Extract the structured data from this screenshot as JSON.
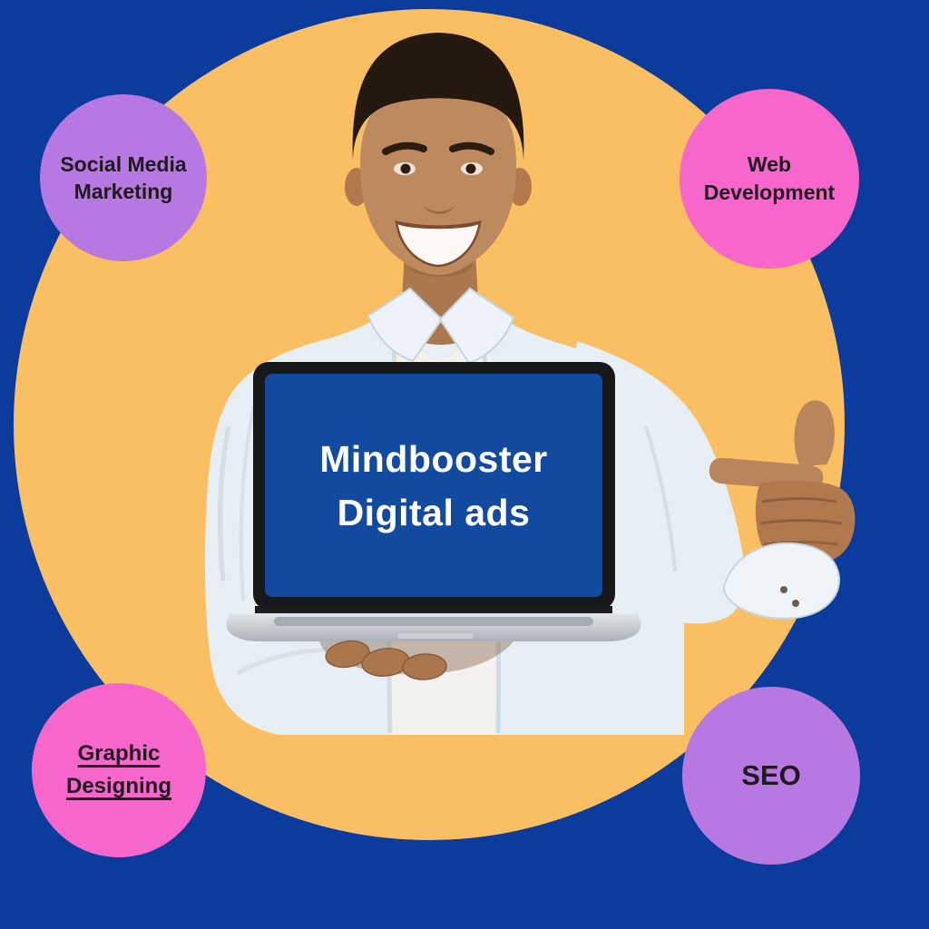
{
  "colors": {
    "background": "#0b3b9d",
    "stage_circle": "#fbbf63",
    "bubble_purple": "#b878e2",
    "bubble_pink": "#f766cb",
    "bubble_text": "#1e1a1e",
    "laptop_screen_blue": "#124a9f",
    "laptop_screen_text": "#ffffff"
  },
  "laptop_screen": {
    "line1": "Mindbooster",
    "line2": "Digital ads"
  },
  "service_bubbles": [
    {
      "name": "social-media-marketing",
      "line1": "Social Media",
      "line2": "Marketing",
      "underlined": false
    },
    {
      "name": "web-development",
      "line1": "Web",
      "line2": "Development",
      "underlined": false
    },
    {
      "name": "graphic-designing",
      "line1": "Graphic",
      "line2": "Designing",
      "underlined": true
    },
    {
      "name": "seo",
      "line1": "SEO",
      "underlined": false
    }
  ]
}
